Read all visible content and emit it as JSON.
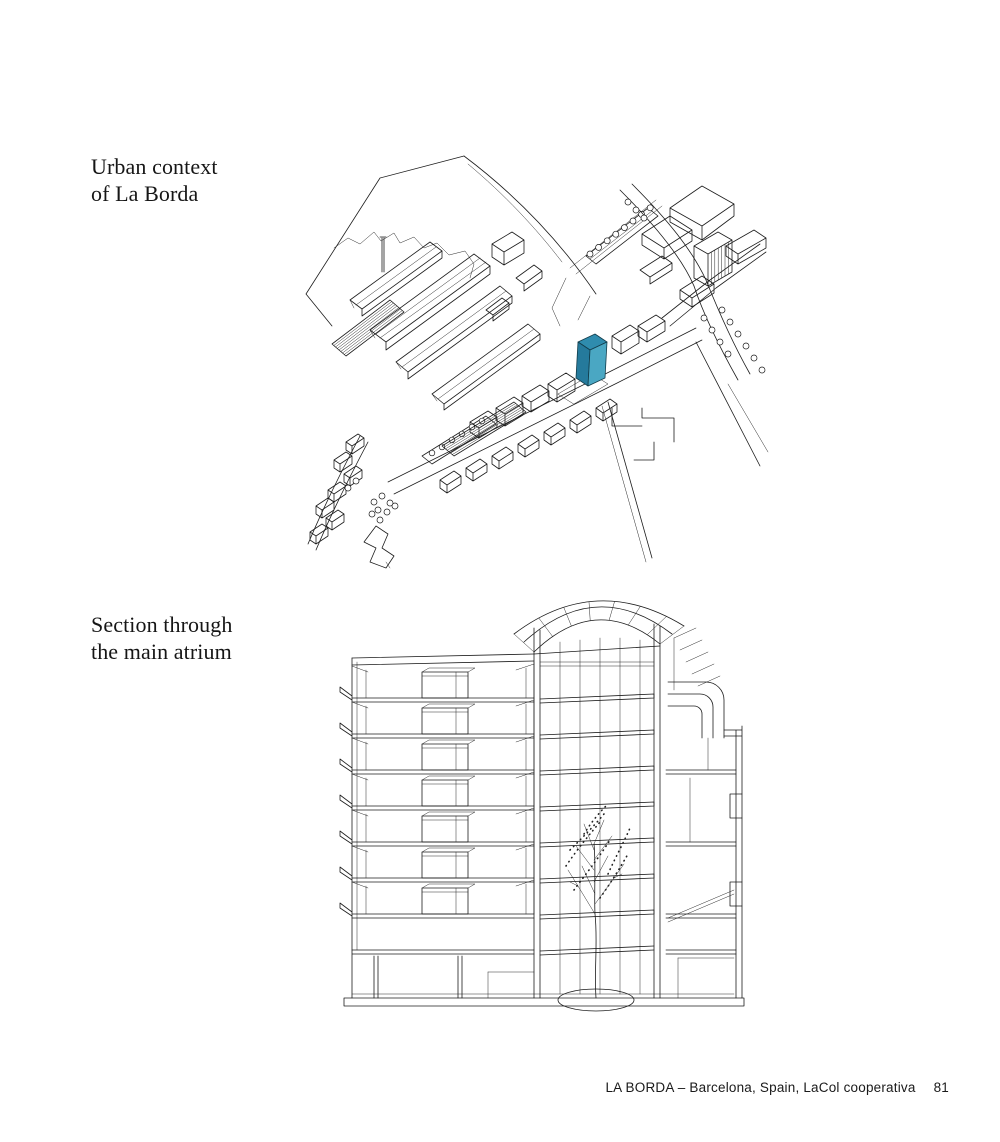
{
  "figures": {
    "urban_context": {
      "caption_line1": "Urban context",
      "caption_line2": "of La Borda",
      "highlight": {
        "top_face": "#2f8cae",
        "left_face": "#257a9c",
        "right_face": "#4aa7c3"
      }
    },
    "atrium_section": {
      "caption_line1": "Section through",
      "caption_line2": "the main atrium"
    }
  },
  "footer": {
    "caption": "LA BORDA – Barcelona, Spain, LaCol cooperativa",
    "page_number": "81"
  }
}
